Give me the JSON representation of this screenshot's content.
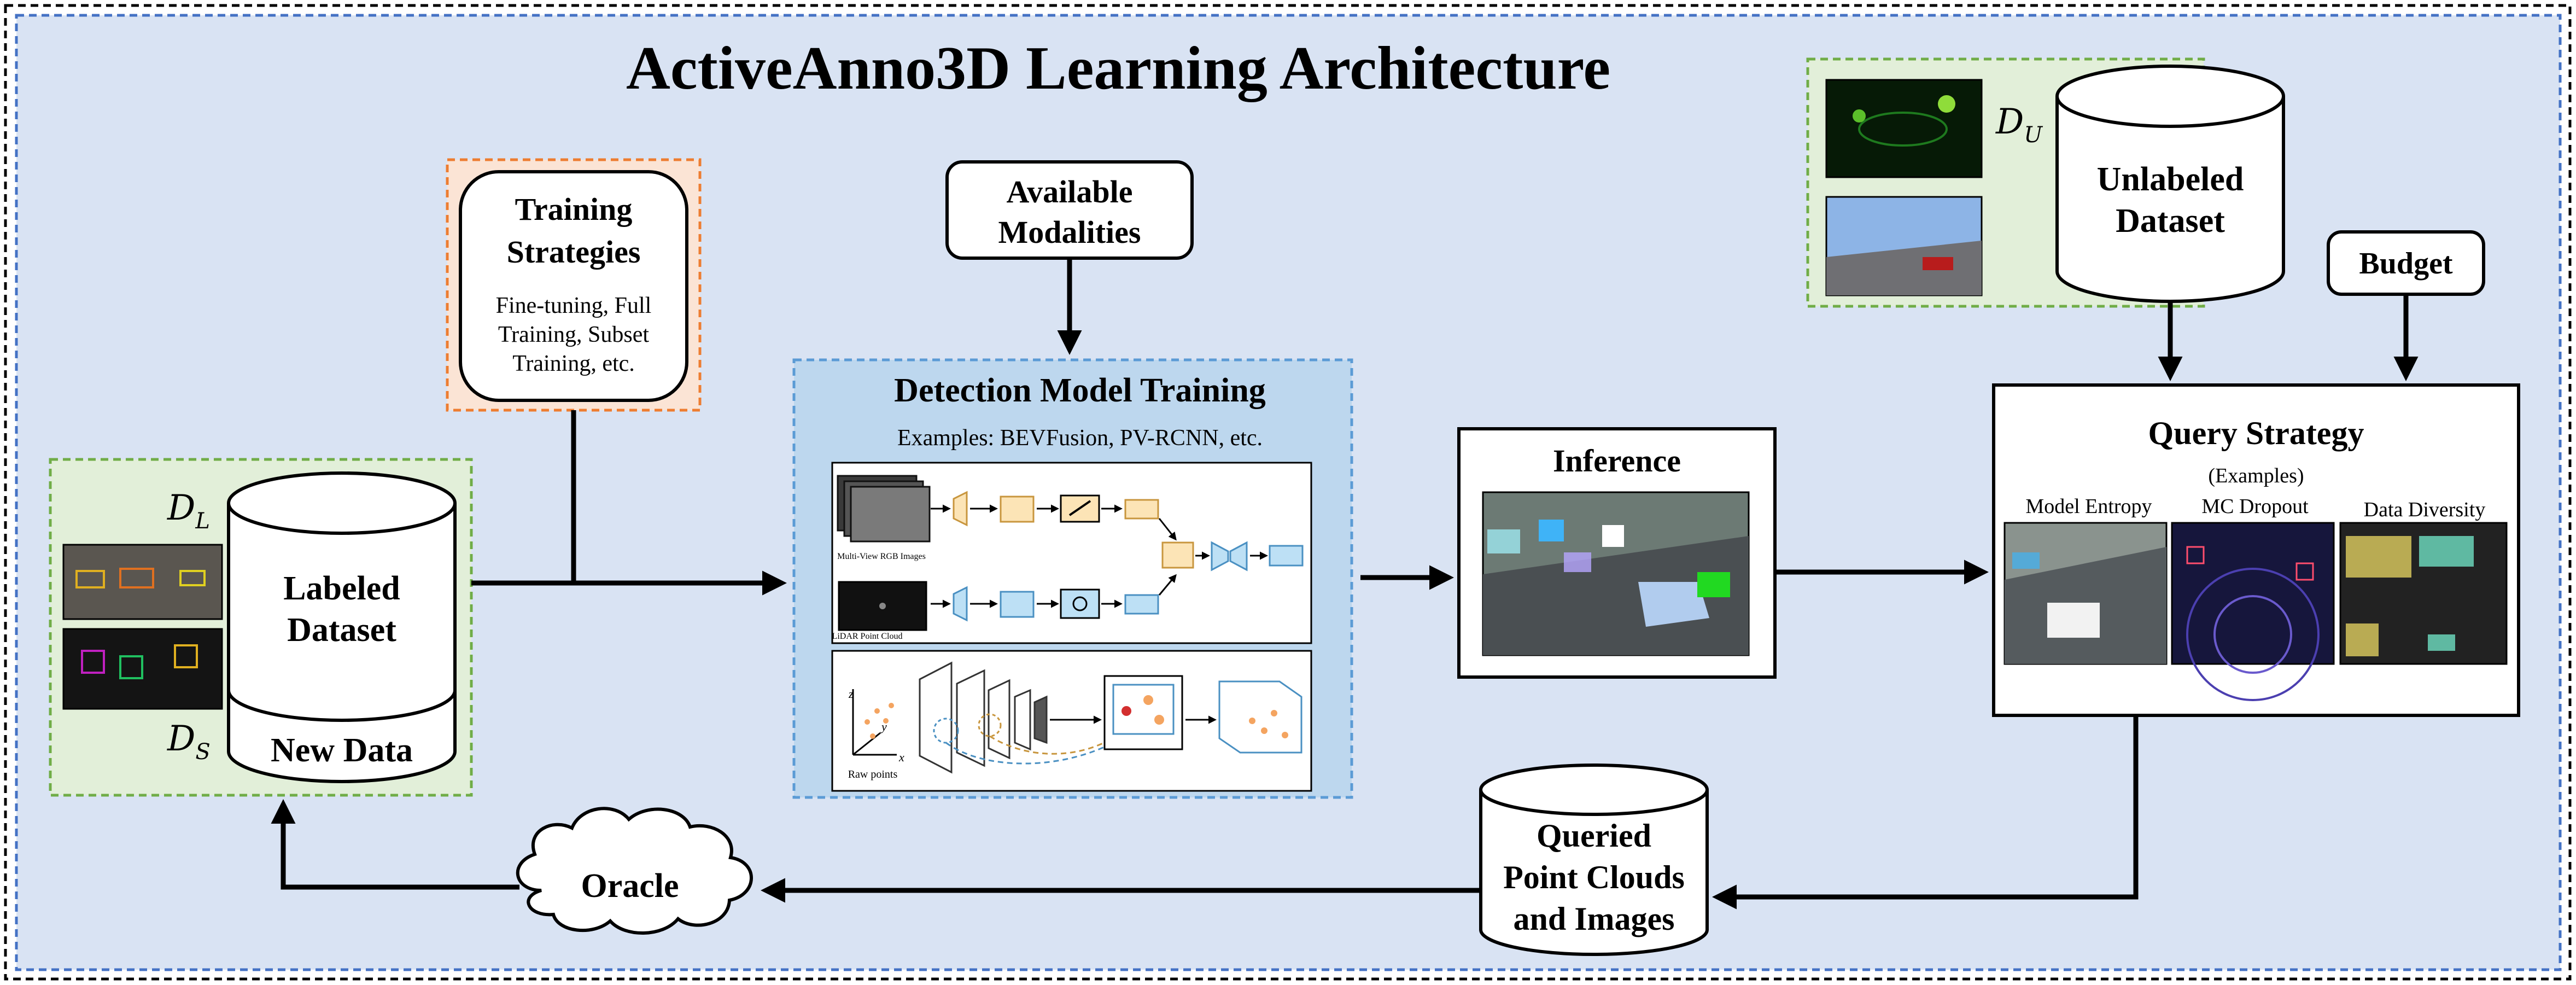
{
  "title": "ActiveAnno3D Learning Architecture",
  "training_strategies": {
    "heading_line1": "Training",
    "heading_line2": "Strategies",
    "body_line1": "Fine-tuning, Full",
    "body_line2": "Training, Subset",
    "body_line3": "Training, etc."
  },
  "available_modalities": {
    "line1": "Available",
    "line2": "Modalities"
  },
  "detection_model_training": {
    "title": "Detection Model Training",
    "examples": "Examples: BEVFusion, PV-RCNN, etc.",
    "rgb_caption": "Multi-View RGB Images",
    "lidar_caption": "LiDAR Point Cloud",
    "raw_points_caption": "Raw points",
    "axis_z": "z",
    "axis_y": "y",
    "axis_x": "x"
  },
  "inference": {
    "title": "Inference"
  },
  "query_strategy": {
    "title": "Query Strategy",
    "subtitle": "(Examples)",
    "example1": "Model Entropy",
    "example2": "MC Dropout",
    "example3": "Data Diversity"
  },
  "budget": {
    "label": "Budget"
  },
  "unlabeled_dataset": {
    "line1": "Unlabeled",
    "line2": "Dataset",
    "symbol_base": "D",
    "symbol_sub": "U"
  },
  "labeled_dataset": {
    "line1": "Labeled",
    "line2": "Dataset",
    "new_data": "New Data",
    "symbol_l_base": "D",
    "symbol_l_sub": "L",
    "symbol_s_base": "D",
    "symbol_s_sub": "S"
  },
  "queried": {
    "line1": "Queried",
    "line2": "Point Clouds",
    "line3": "and Images"
  },
  "oracle": {
    "label": "Oracle"
  },
  "colors": {
    "canvas_bg": "#d9e3f3",
    "green_panel": "#e2efd9",
    "orange_panel": "#fbe4d5",
    "blue_panel": "#bdd7ee",
    "outer_border": "#000000",
    "inner_border": "#4472c4"
  }
}
